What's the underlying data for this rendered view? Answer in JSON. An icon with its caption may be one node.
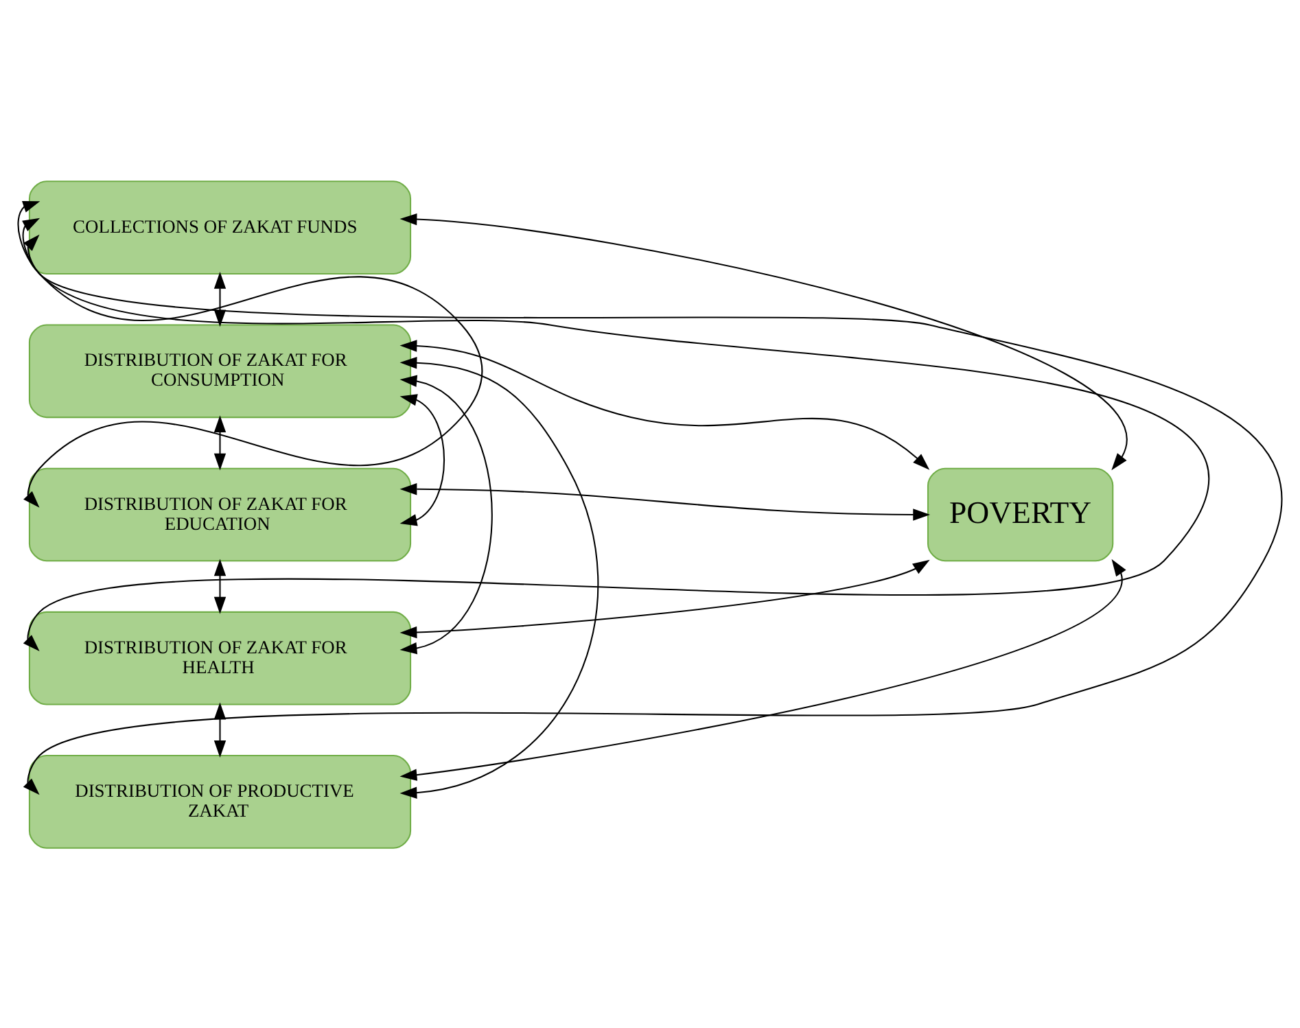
{
  "diagram": {
    "nodes": [
      {
        "text": [
          "COLLECTIONS OF ZAKAT FUNDS"
        ]
      },
      {
        "text": [
          "DISTRIBUTION OF ZAKAT FOR CONSUMPTION"
        ]
      },
      {
        "text": [
          "DISTRIBUTION OF ZAKAT FOR EDUCATION"
        ]
      },
      {
        "text": [
          "DISTRIBUTION OF ZAKAT FOR HEALTH"
        ]
      },
      {
        "text": [
          "DISTRIBUTION OF PRODUCTIVE ZAKAT"
        ]
      },
      {
        "text": [
          "POVERTY"
        ]
      }
    ],
    "edges": [
      {
        "from": 0,
        "to": 1,
        "arrow": "both"
      },
      {
        "from": 1,
        "to": 2,
        "arrow": "both"
      },
      {
        "from": 2,
        "to": 3,
        "arrow": "both"
      },
      {
        "from": 3,
        "to": 4,
        "arrow": "both"
      },
      {
        "from": 4,
        "to": 0,
        "arrow": "both"
      },
      {
        "from": 3,
        "to": 0,
        "arrow": "both"
      },
      {
        "from": 2,
        "to": 0,
        "arrow": "both"
      },
      {
        "from": 0,
        "to": 5,
        "arrow": "both"
      },
      {
        "from": 1,
        "to": 5,
        "arrow": "both"
      },
      {
        "from": 2,
        "to": 5,
        "arrow": "both"
      },
      {
        "from": 3,
        "to": 5,
        "arrow": "both"
      },
      {
        "from": 4,
        "to": 5,
        "arrow": "both"
      },
      {
        "from": 1,
        "to": 4,
        "arrow": "both"
      },
      {
        "from": 1,
        "to": 3,
        "arrow": "both"
      },
      {
        "from": 1,
        "to": 2,
        "arrow": "both"
      }
    ]
  }
}
